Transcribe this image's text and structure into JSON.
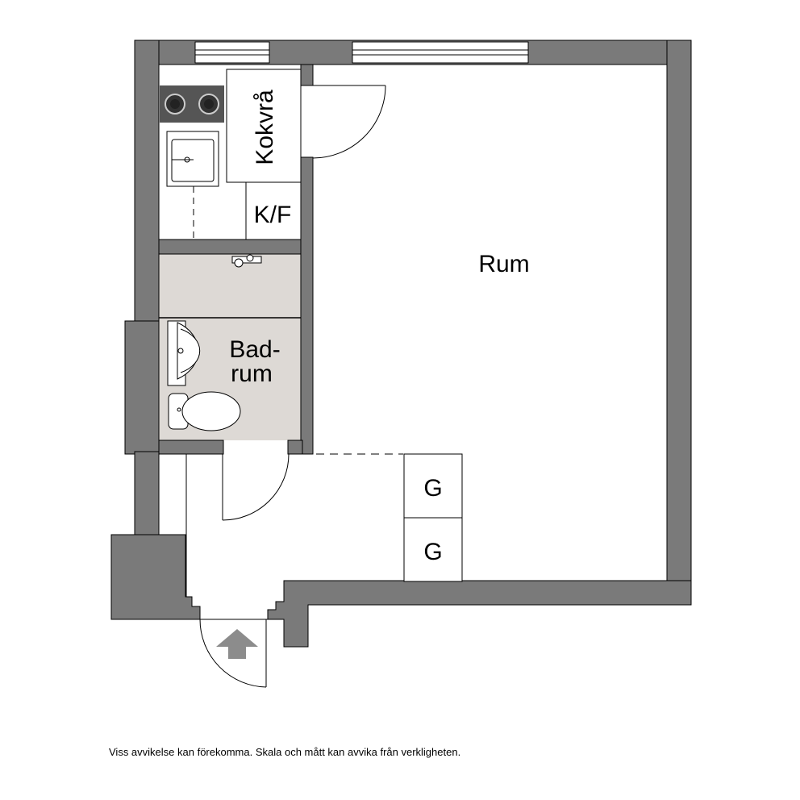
{
  "rooms": {
    "main_room": "Rum",
    "bathroom_line1": "Bad-",
    "bathroom_line2": "rum",
    "closet": "Kokvrå",
    "fridge_freezer": "K/F",
    "wardrobe_1": "G",
    "wardrobe_2": "G"
  },
  "disclaimer": "Viss avvikelse kan förekomma. Skala och mått kan avvika från verkligheten.",
  "colors": {
    "wall": "#7a7a7a",
    "bathroom_floor": "#ddd9d5",
    "line": "#000000",
    "entrance_arrow": "#8c8c8c",
    "stove": "#555555"
  },
  "icons": [
    "stove-burner-icon",
    "sink-icon",
    "faucet-icon",
    "washbasin-icon",
    "toilet-icon",
    "entrance-arrow-icon",
    "window-icon",
    "door-swing-icon"
  ]
}
